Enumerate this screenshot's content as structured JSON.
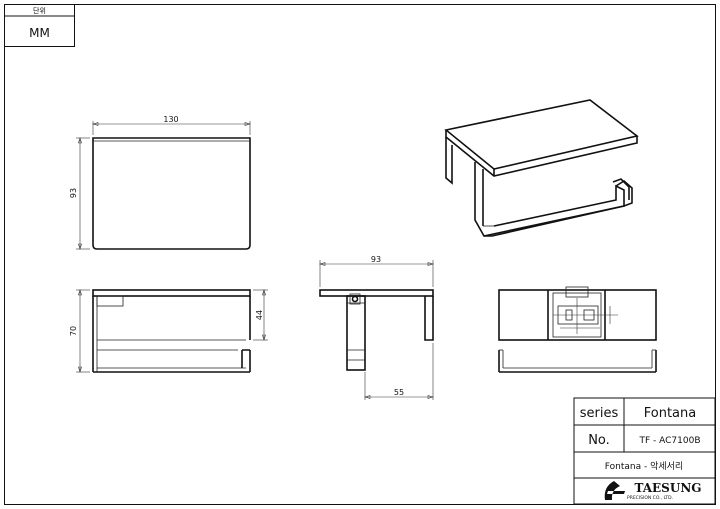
{
  "unit_box": {
    "label": "단위",
    "value": "MM"
  },
  "dimensions": {
    "front_width": "130",
    "front_height": "93",
    "bottom_height": "70",
    "bottom_inner_height": "44",
    "side_width": "93",
    "side_depth": "55"
  },
  "title_block": {
    "series_label": "series",
    "series_value": "Fontana",
    "no_label": "No.",
    "no_value": "TF - AC7100B",
    "product_name": "Fontana - 악세서리",
    "company_name": "TAESUNG",
    "company_sub": "PRECISION CO., LTD."
  }
}
